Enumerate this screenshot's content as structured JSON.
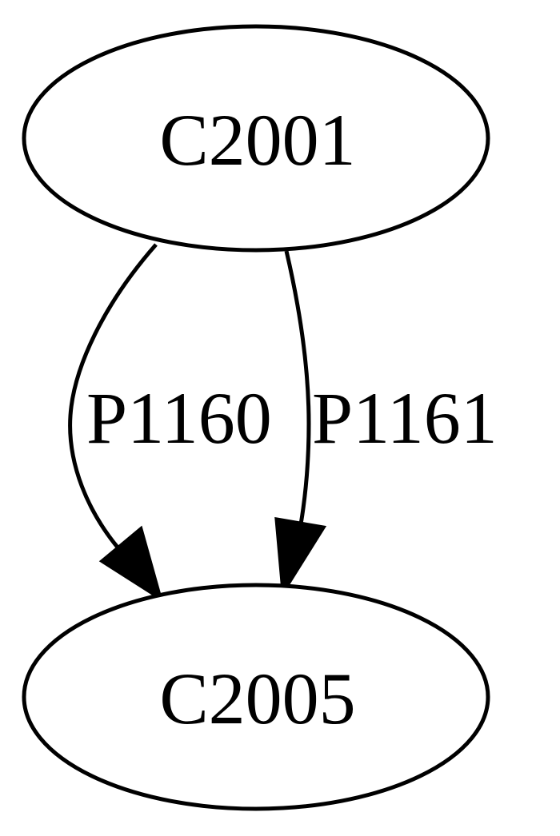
{
  "graph": {
    "type": "directed",
    "nodes": [
      {
        "id": "C2001",
        "label": "C2001"
      },
      {
        "id": "C2005",
        "label": "C2005"
      }
    ],
    "edges": [
      {
        "from": "C2001",
        "to": "C2005",
        "label": "P1160"
      },
      {
        "from": "C2001",
        "to": "C2005",
        "label": "P1161"
      }
    ],
    "colors": {
      "stroke": "#000000",
      "fill": "#ffffff",
      "text": "#000000"
    }
  }
}
